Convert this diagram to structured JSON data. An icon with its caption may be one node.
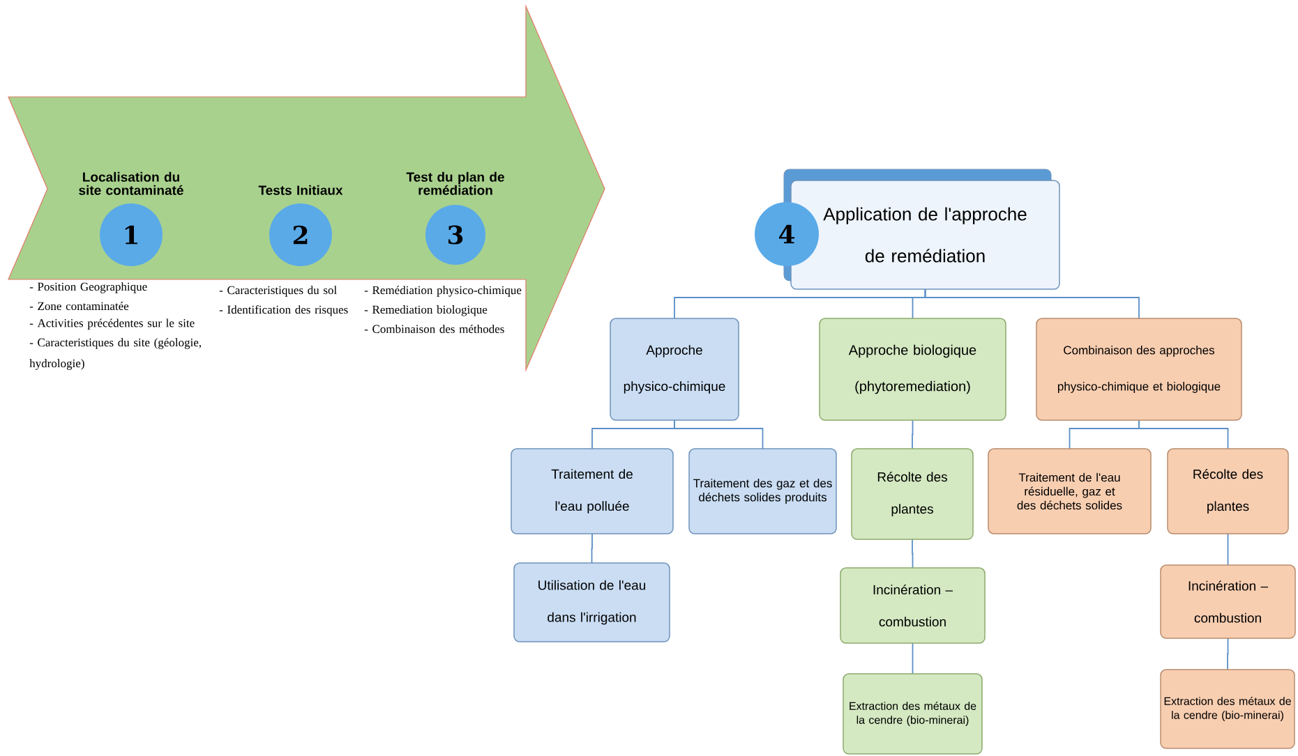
{
  "diagram": {
    "nodes": [
      {
        "text": [
          "Localisation du site contaminaté",
          "1"
        ],
        "beside": [
          "- Position Geographique",
          "- Zone contaminatée",
          "- Activities précédentes sur le site",
          "- Caracteristiques du site (géologie, hydrologie)"
        ]
      },
      {
        "text": [
          "Tests Initiaux",
          "2"
        ],
        "beside": [
          "- Caracteristiques du sol",
          "- Identification des risques"
        ]
      },
      {
        "text": [
          "Test du plan de remédiation",
          "3"
        ],
        "beside": [
          "- Remédiation physico-chimique",
          "- Remediation biologique",
          "- Combinaison des méthodes"
        ]
      },
      {
        "text": [
          "4"
        ]
      },
      {
        "text": [
          "Application de l'approche de remédiation"
        ]
      },
      {
        "text": [
          "Approche physico-chimique"
        ]
      },
      {
        "text": [
          "Approche biologique (phytoremediation)"
        ]
      },
      {
        "text": [
          "Combinaison des approches physico-chimique et biologique"
        ]
      },
      {
        "text": [
          "Traitement de l'eau polluée"
        ]
      },
      {
        "text": [
          "Traitement des gaz et des déchets solides produits"
        ]
      },
      {
        "text": [
          "Récolte des plantes"
        ]
      },
      {
        "text": [
          "Traitement de l'eau résiduelle, gaz et des déchets solides"
        ]
      },
      {
        "text": [
          "Récolte des plantes"
        ]
      },
      {
        "text": [
          "Utilisation de l'eau dans l'irrigation"
        ]
      },
      {
        "text": [
          "Incinération – combustion"
        ]
      },
      {
        "text": [
          "Incinération – combustion"
        ]
      },
      {
        "text": [
          "Extraction des métaux de la cendre (bio-minerai)"
        ]
      },
      {
        "text": [
          "Extraction des métaux de la cendre (bio-minerai)"
        ]
      }
    ],
    "edges": [
      {
        "from": 4,
        "to": 5,
        "arrow": "none"
      },
      {
        "from": 4,
        "to": 6,
        "arrow": "none"
      },
      {
        "from": 4,
        "to": 7,
        "arrow": "none"
      },
      {
        "from": 5,
        "to": 8,
        "arrow": "none"
      },
      {
        "from": 5,
        "to": 9,
        "arrow": "none"
      },
      {
        "from": 6,
        "to": 10,
        "arrow": "none"
      },
      {
        "from": 7,
        "to": 11,
        "arrow": "none"
      },
      {
        "from": 7,
        "to": 12,
        "arrow": "none"
      },
      {
        "from": 8,
        "to": 13,
        "arrow": "none"
      },
      {
        "from": 10,
        "to": 14,
        "arrow": "none"
      },
      {
        "from": 14,
        "to": 16,
        "arrow": "none"
      },
      {
        "from": 12,
        "to": 15,
        "arrow": "none"
      },
      {
        "from": 15,
        "to": 17,
        "arrow": "none"
      }
    ]
  }
}
